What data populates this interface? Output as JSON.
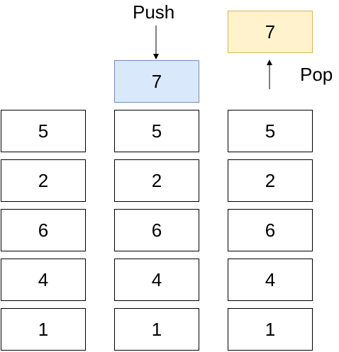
{
  "colors": {
    "push_fill": "#dae8fc",
    "push_border": "#6c8ebf",
    "pop_fill": "#fff2cc",
    "pop_border": "#d6b656"
  },
  "stacks": [
    {
      "items": [
        "5",
        "2",
        "6",
        "4",
        "1"
      ]
    },
    {
      "items": [
        "5",
        "2",
        "6",
        "4",
        "1"
      ]
    },
    {
      "items": [
        "5",
        "2",
        "6",
        "4",
        "1"
      ]
    }
  ],
  "push": {
    "label": "Push",
    "value": "7"
  },
  "pop": {
    "label": "Pop",
    "value": "7"
  }
}
